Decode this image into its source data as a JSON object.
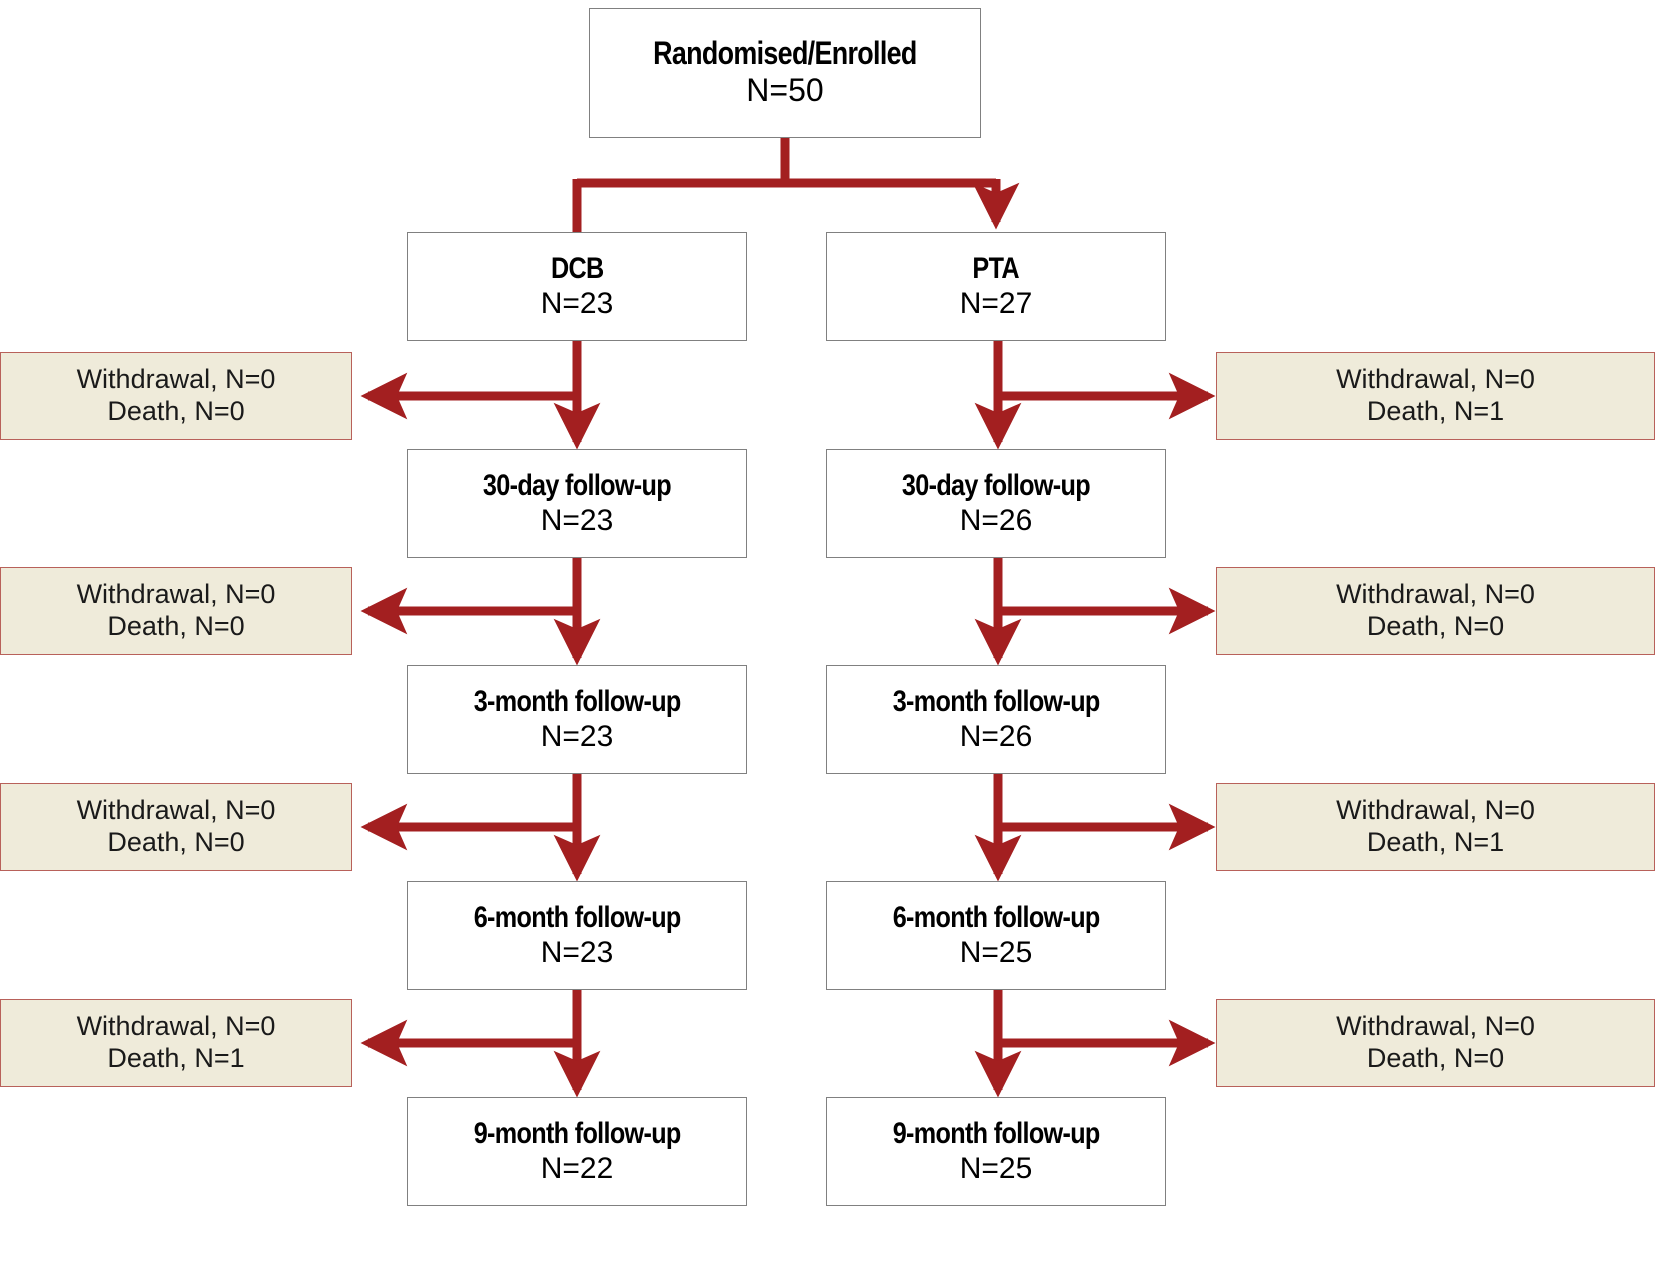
{
  "diagram": {
    "type": "consort-flow-diagram",
    "accent_color": "#A31F20",
    "sidebox_fill": "#EFEBDA",
    "sidebox_border": "#B8615A",
    "node_border": "#808080",
    "root": {
      "title": "Randomised/Enrolled",
      "count": "N=50"
    },
    "arms": [
      {
        "title": "DCB",
        "count": "N=23"
      },
      {
        "title": "PTA",
        "count": "N=27"
      }
    ],
    "stages": [
      {
        "label": "30-day follow-up",
        "dcb_count": "N=23",
        "pta_count": "N=26",
        "left_withdrawal": "Withdrawal, N=0",
        "left_death": "Death, N=0",
        "right_withdrawal": "Withdrawal, N=0",
        "right_death": "Death, N=1"
      },
      {
        "label": "3-month follow-up",
        "dcb_count": "N=23",
        "pta_count": "N=26",
        "left_withdrawal": "Withdrawal, N=0",
        "left_death": "Death, N=0",
        "right_withdrawal": "Withdrawal, N=0",
        "right_death": "Death, N=0"
      },
      {
        "label": "6-month follow-up",
        "dcb_count": "N=23",
        "pta_count": "N=25",
        "left_withdrawal": "Withdrawal, N=0",
        "left_death": "Death, N=0",
        "right_withdrawal": "Withdrawal, N=0",
        "right_death": "Death, N=1"
      },
      {
        "label": "9-month follow-up",
        "dcb_count": "N=22",
        "pta_count": "N=25",
        "left_withdrawal": "Withdrawal, N=0",
        "left_death": "Death, N=1",
        "right_withdrawal": "Withdrawal, N=0",
        "right_death": "Death, N=0"
      }
    ]
  }
}
